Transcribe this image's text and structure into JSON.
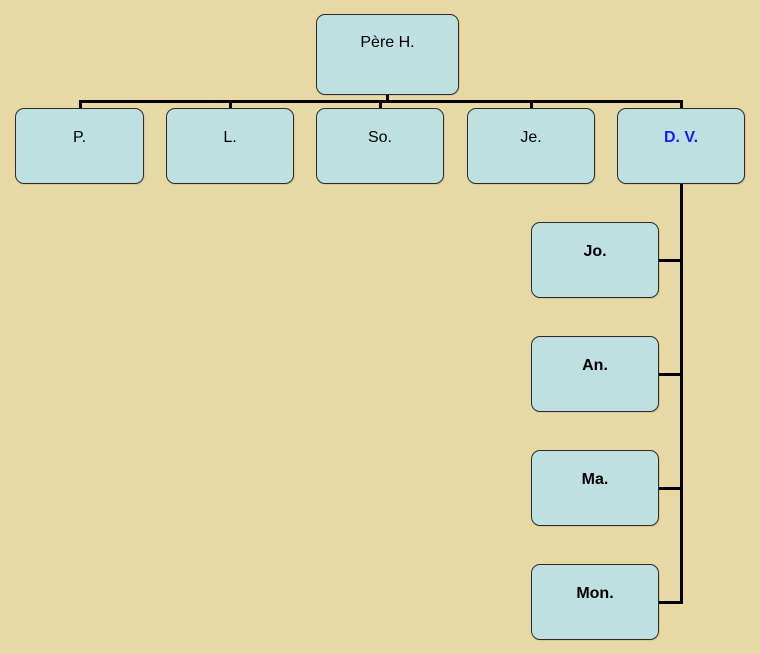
{
  "colors": {
    "background": "#e8d8a4",
    "node_fill": "#bee0e0",
    "node_border": "#2b2b2b",
    "connector": "#000000",
    "highlight_text": "#1a1aff"
  },
  "diagram": {
    "root": {
      "label": "Père H."
    },
    "children": [
      {
        "label": "P."
      },
      {
        "label": "L."
      },
      {
        "label": "So."
      },
      {
        "label": "Je."
      },
      {
        "label": "D. V.",
        "children": [
          {
            "label": "Jo."
          },
          {
            "label": "An."
          },
          {
            "label": "Ma."
          },
          {
            "label": "Mon."
          }
        ]
      }
    ]
  }
}
